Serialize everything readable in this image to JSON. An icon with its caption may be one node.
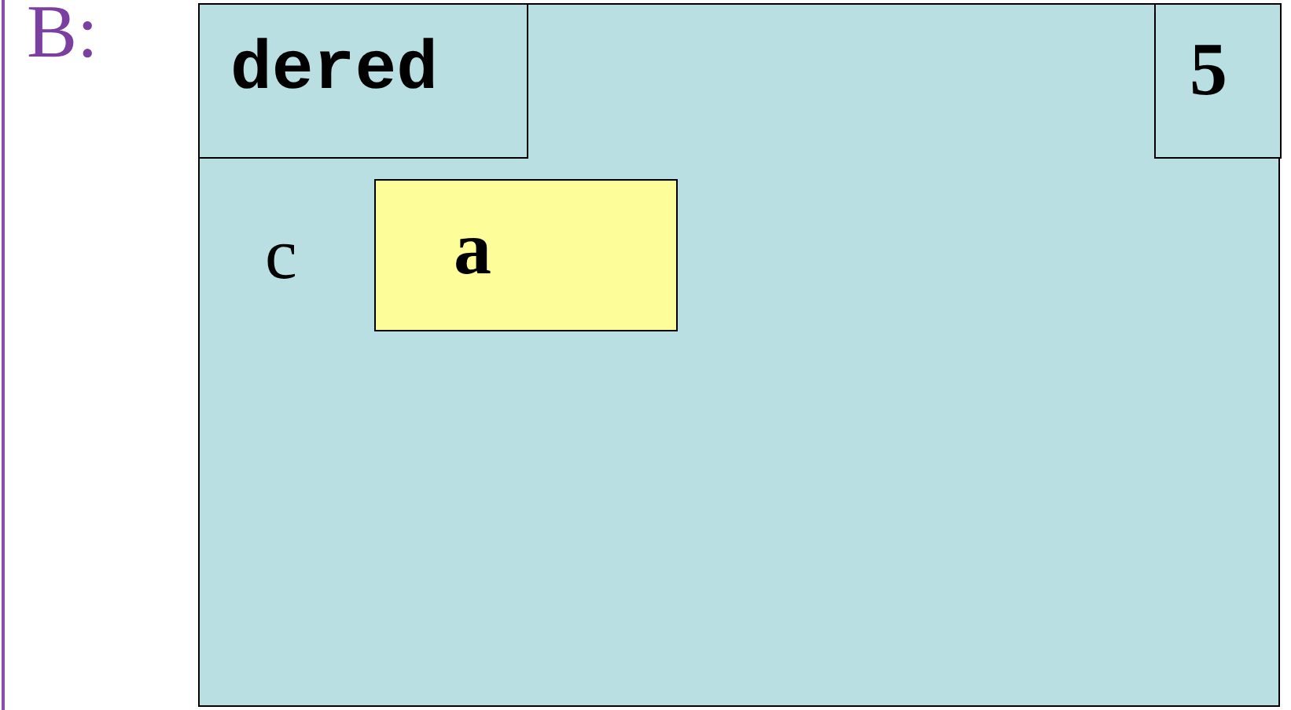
{
  "diagram": {
    "nodes": [
      {
        "text": [
          "B:"
        ]
      },
      {
        "text": [
          "dered"
        ],
        "in": 0
      },
      {
        "text": [
          "5"
        ],
        "in": 0
      },
      {
        "text": [
          "a"
        ],
        "in": 0,
        "beside": [
          "c"
        ]
      }
    ]
  }
}
